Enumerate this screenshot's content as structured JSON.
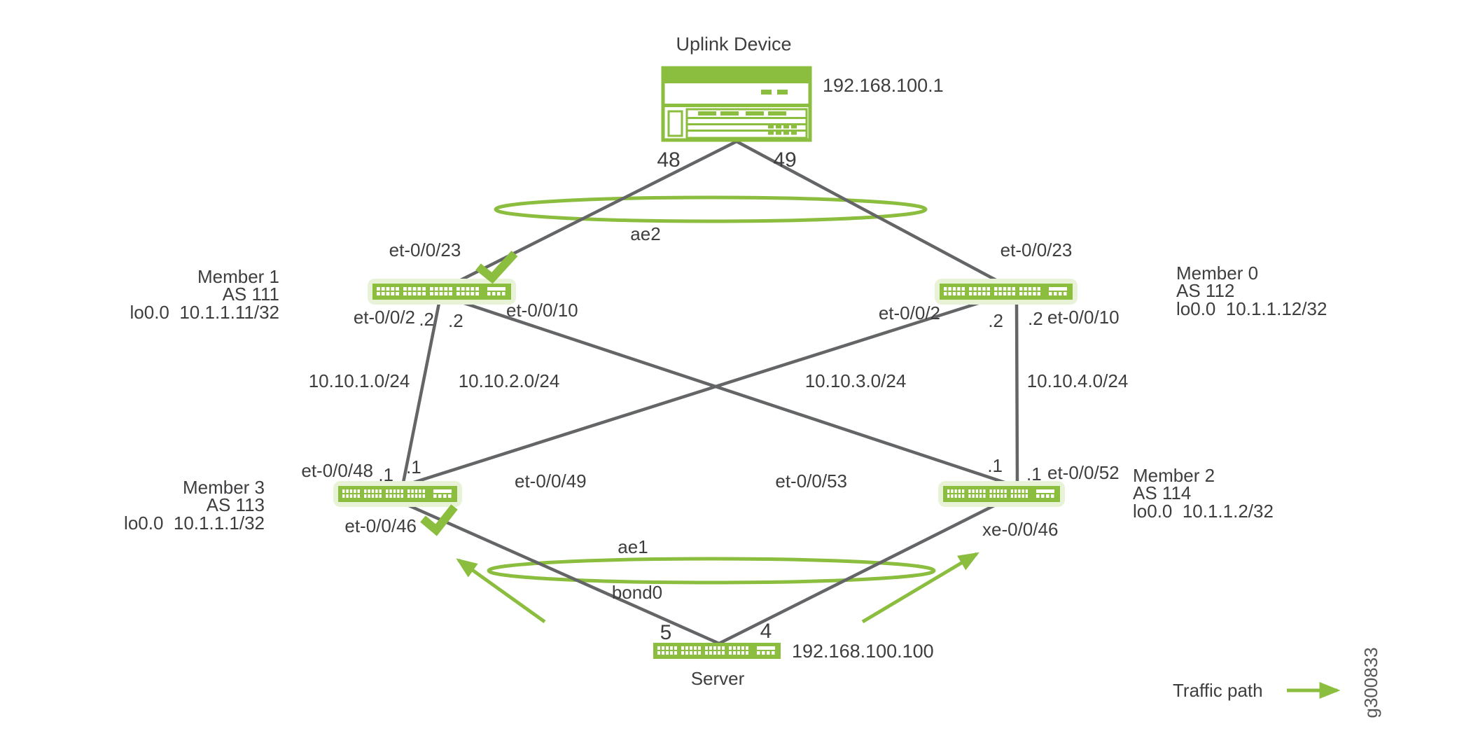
{
  "figure_id": "g300833",
  "colors": {
    "green": "#8bbd3e",
    "pale_green": "#e8f2d7",
    "line_gray": "#646567",
    "text": "#3e3e40",
    "figure_id_color": "#57585a"
  },
  "uplink": {
    "name": "Uplink Device",
    "ip": "192.168.100.1",
    "port_left": "48",
    "port_right": "49"
  },
  "lag_uplink": {
    "label": "ae2"
  },
  "lag_server": {
    "label": "ae1",
    "bond_label": "bond0"
  },
  "members": [
    {
      "id": "member1",
      "name": "Member 1",
      "asn": "AS 111",
      "loopback": "lo0.0  10.1.1.11/32",
      "uplink_port": "et-0/0/23",
      "ports": {
        "a_name": "et-0/0/2",
        "a_addr": ".2",
        "b_addr": ".2",
        "b_name": "et-0/0/10"
      }
    },
    {
      "id": "member0",
      "name": "Member 0",
      "asn": "AS 112",
      "loopback": "lo0.0  10.1.1.12/32",
      "uplink_port": "et-0/0/23",
      "ports": {
        "a_name": "et-0/0/2",
        "a_addr": ".2",
        "b_addr": ".2",
        "b_name": "et-0/0/10"
      }
    },
    {
      "id": "member3",
      "name": "Member 3",
      "asn": "AS 113",
      "loopback": "lo0.0  10.1.1.1/32",
      "server_port": "et-0/0/46",
      "ports": {
        "a_name": "et-0/0/48",
        "a_addr": ".1",
        "b_addr": ".1",
        "b_name": "et-0/0/49"
      }
    },
    {
      "id": "member2",
      "name": "Member 2",
      "asn": "AS 114",
      "loopback": "lo0.0  10.1.1.2/32",
      "server_port": "xe-0/0/46",
      "ports": {
        "a_name": "et-0/0/53",
        "a_addr": ".1",
        "b_addr": ".1",
        "b_name": "et-0/0/52"
      }
    }
  ],
  "subnets": [
    "10.10.1.0/24",
    "10.10.2.0/24",
    "10.10.3.0/24",
    "10.10.4.0/24"
  ],
  "server": {
    "name": "Server",
    "ip": "192.168.100.100",
    "port_left": "5",
    "port_right": "4"
  },
  "legend": {
    "label": "Traffic path"
  },
  "links": [
    {
      "from": "Uplink Device",
      "from_port": "48",
      "to": "Member 1",
      "to_port": "et-0/0/23",
      "lag": "ae2"
    },
    {
      "from": "Uplink Device",
      "from_port": "49",
      "to": "Member 0",
      "to_port": "et-0/0/23",
      "lag": "ae2"
    },
    {
      "from": "Member 1",
      "from_port": "et-0/0/2",
      "from_addr": ".2",
      "to": "Member 3",
      "to_port": "et-0/0/48",
      "to_addr": ".1",
      "subnet": "10.10.1.0/24"
    },
    {
      "from": "Member 1",
      "from_port": "et-0/0/10",
      "from_addr": ".2",
      "to": "Member 2",
      "to_port": "et-0/0/53",
      "to_addr": ".1",
      "subnet": "10.10.2.0/24"
    },
    {
      "from": "Member 0",
      "from_port": "et-0/0/2",
      "from_addr": ".2",
      "to": "Member 3",
      "to_port": "et-0/0/49",
      "to_addr": ".1",
      "subnet": "10.10.3.0/24"
    },
    {
      "from": "Member 0",
      "from_port": "et-0/0/10",
      "from_addr": ".2",
      "to": "Member 2",
      "to_port": "et-0/0/52",
      "to_addr": ".1",
      "subnet": "10.10.4.0/24"
    },
    {
      "from": "Member 3",
      "from_port": "et-0/0/46",
      "to": "Server",
      "to_port": "5",
      "lag": "ae1 / bond0"
    },
    {
      "from": "Member 2",
      "from_port": "xe-0/0/46",
      "to": "Server",
      "to_port": "4",
      "lag": "ae1 / bond0"
    }
  ]
}
